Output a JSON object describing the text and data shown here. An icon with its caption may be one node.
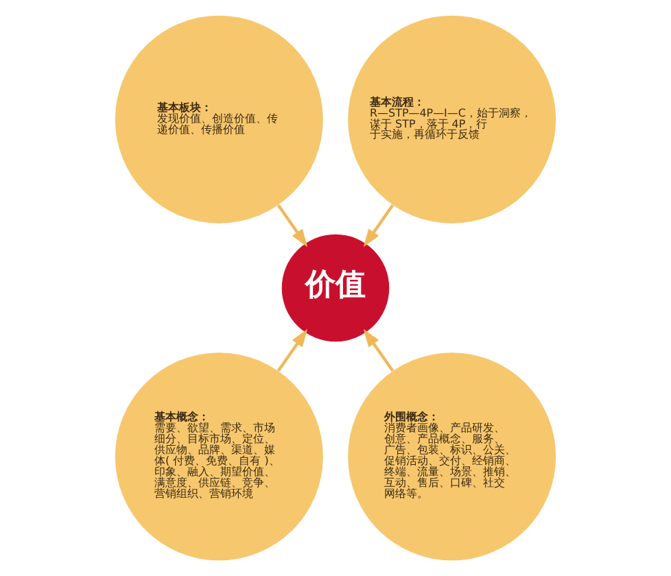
{
  "diagram": {
    "nodes": [
      {
        "text": [
          "基本板块：",
          "发现价值、创造价值、传递价值、传播价值"
        ]
      },
      {
        "text": [
          "基本流程：",
          "R—STP—4P—I—C，始于洞察，谋于 STP，落于 4P，行于实施，再循环于反馈"
        ]
      },
      {
        "text": [
          "价值"
        ]
      },
      {
        "text": [
          "基本概念：",
          "需要、欲望、需求、市场细分、目标市场、定位、供应物、品牌、渠道、媒体( 付费、免费、自有 )、印象、融入、期望价值、满意度、供应链、竞争、营销组织、营销环境"
        ]
      },
      {
        "text": [
          "外围概念：",
          "消费者画像、产品研发、创意、产品概念、服务、广告、包装、标识、公关、促销活动、交付、经销商、终端、流量、场景、推销、互动、售后、口碑、社交网络等。"
        ]
      }
    ],
    "edges": [
      {
        "from": 0,
        "to": 2,
        "arrow": "to"
      },
      {
        "from": 1,
        "to": 2,
        "arrow": "to"
      },
      {
        "from": 3,
        "to": 2,
        "arrow": "to"
      },
      {
        "from": 4,
        "to": 2,
        "arrow": "to"
      }
    ]
  }
}
